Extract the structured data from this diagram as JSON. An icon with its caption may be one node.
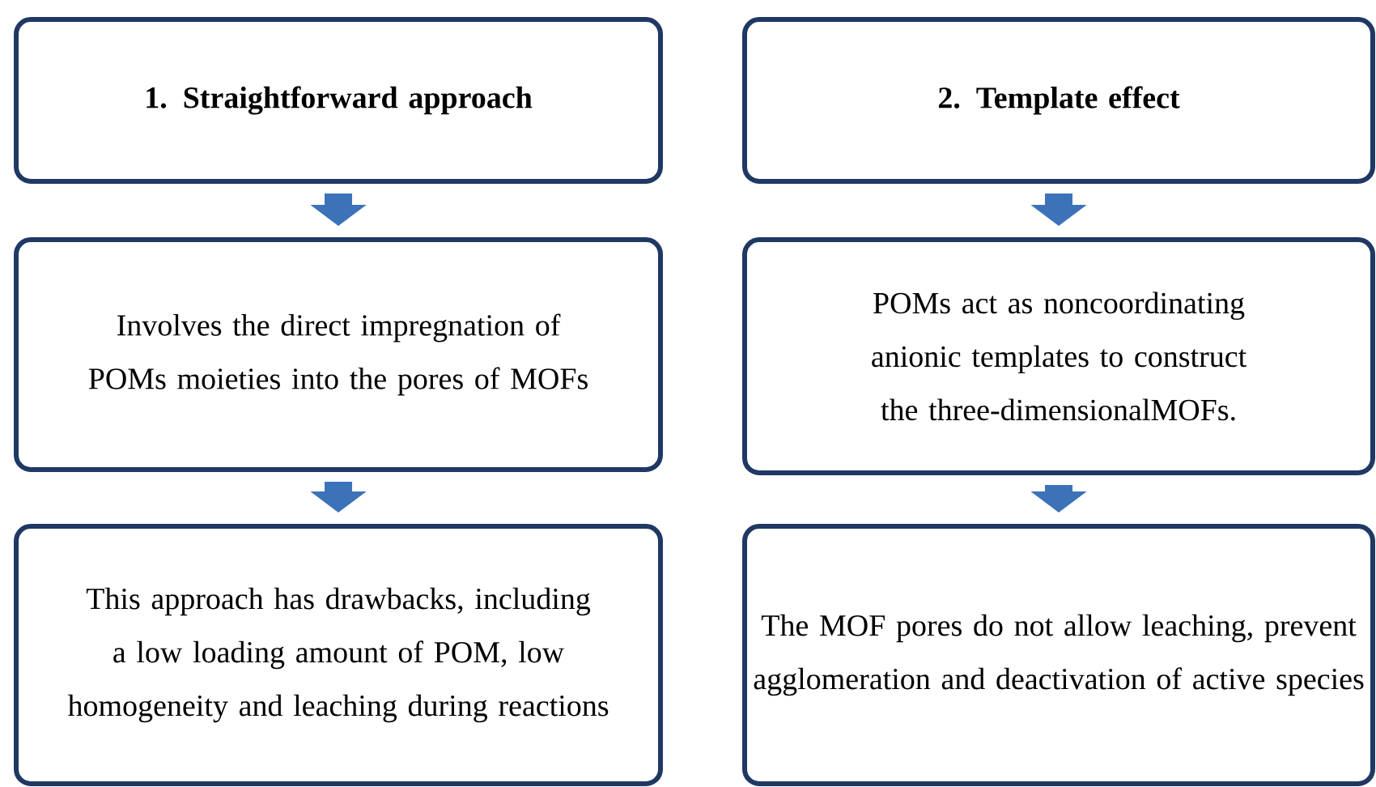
{
  "diagram": {
    "nodes": [
      {
        "text": [
          "1. Straightforward approach"
        ]
      },
      {
        "text": [
          "2. Template effect"
        ]
      },
      {
        "text": [
          "Involves the direct impregnation of POMs moieties into the pores of MOFs"
        ]
      },
      {
        "text": [
          "POMs act as noncoordinating anionic templates to construct the three-dimensionalMOFs."
        ]
      },
      {
        "text": [
          "This approach has drawbacks, including a low loading amount of POM, low homogeneity and leaching during reactions"
        ]
      },
      {
        "text": [
          "The MOF pores do not allow leaching, prevent agglomeration and deactivation of active species"
        ]
      }
    ],
    "edges": [
      {
        "from": 0,
        "to": 2,
        "arrow": "to"
      },
      {
        "from": 2,
        "to": 4,
        "arrow": "to"
      },
      {
        "from": 1,
        "to": 3,
        "arrow": "to"
      },
      {
        "from": 3,
        "to": 5,
        "arrow": "to"
      }
    ]
  }
}
